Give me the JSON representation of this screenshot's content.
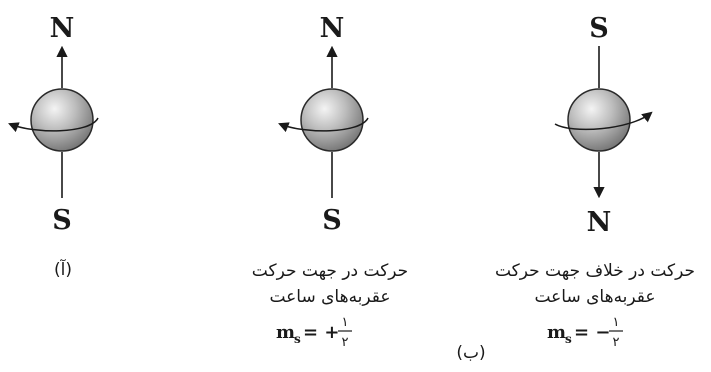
{
  "panels": [
    {
      "id": "a",
      "top_pole": "N",
      "bottom_pole": "S",
      "panel_label": "(آ)"
    },
    {
      "id": "b1",
      "top_pole": "N",
      "bottom_pole": "S",
      "caption_line1": "حرکت در جهت حرکت",
      "caption_line2": "عقربه‌های ساعت",
      "ms_symbol": "m",
      "ms_sub": "s",
      "ms_sign": "= +",
      "frac_num": "۱",
      "frac_den": "۲"
    },
    {
      "id": "b2",
      "top_pole": "S",
      "bottom_pole": "N",
      "caption_line1": "حرکت در خلاف جهت حرکت",
      "caption_line2": "عقربه‌های ساعت",
      "ms_symbol": "m",
      "ms_sub": "s",
      "ms_sign": "= −",
      "frac_num": "۱",
      "frac_den": "۲"
    }
  ],
  "group_label_b": "(ب)"
}
